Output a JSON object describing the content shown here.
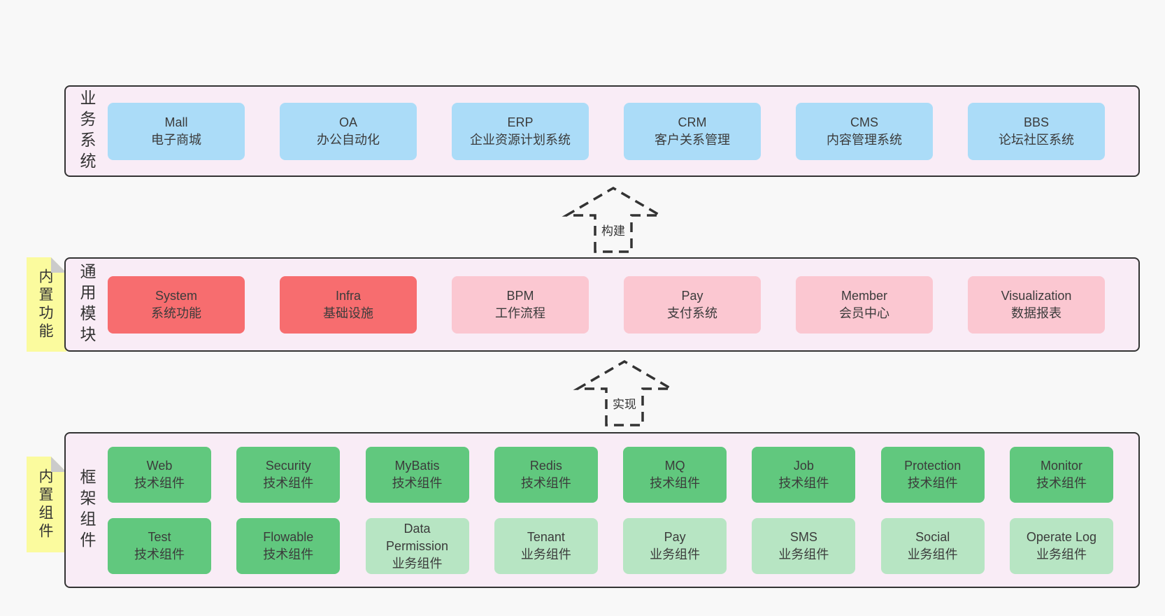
{
  "colors": {
    "page_bg": "#f8f8f8",
    "panel_bg": "#f9ecf6",
    "panel_border": "#333333",
    "blue_box": "#abdcf8",
    "red_box": "#f76d6f",
    "pink_box": "#fbc7d1",
    "green_box": "#61c87e",
    "light_green_box": "#b7e5c3",
    "sticky_yellow": "#fbfb9e",
    "text": "#3b3b3b"
  },
  "panels": {
    "business": {
      "label": "业务系统",
      "items": [
        {
          "name": "Mall",
          "desc": "电子商城"
        },
        {
          "name": "OA",
          "desc": "办公自动化"
        },
        {
          "name": "ERP",
          "desc": "企业资源计划系统"
        },
        {
          "name": "CRM",
          "desc": "客户关系管理"
        },
        {
          "name": "CMS",
          "desc": "内容管理系统"
        },
        {
          "name": "BBS",
          "desc": "论坛社区系统"
        }
      ]
    },
    "modules": {
      "label": "通用模块",
      "sticky": "内置功能",
      "items": [
        {
          "name": "System",
          "desc": "系统功能"
        },
        {
          "name": "Infra",
          "desc": "基础设施"
        },
        {
          "name": "BPM",
          "desc": "工作流程"
        },
        {
          "name": "Pay",
          "desc": "支付系统"
        },
        {
          "name": "Member",
          "desc": "会员中心"
        },
        {
          "name": "Visualization",
          "desc": "数据报表"
        }
      ]
    },
    "components": {
      "label": "框架组件",
      "sticky": "内置组件",
      "row1": [
        {
          "name": "Web",
          "desc": "技术组件"
        },
        {
          "name": "Security",
          "desc": "技术组件"
        },
        {
          "name": "MyBatis",
          "desc": "技术组件"
        },
        {
          "name": "Redis",
          "desc": "技术组件"
        },
        {
          "name": "MQ",
          "desc": "技术组件"
        },
        {
          "name": "Job",
          "desc": "技术组件"
        },
        {
          "name": "Protection",
          "desc": "技术组件"
        },
        {
          "name": "Monitor",
          "desc": "技术组件"
        }
      ],
      "row2": [
        {
          "name": "Test",
          "desc": "技术组件"
        },
        {
          "name": "Flowable",
          "desc": "技术组件"
        },
        {
          "name": "Data Permission",
          "desc": "业务组件"
        },
        {
          "name": "Tenant",
          "desc": "业务组件"
        },
        {
          "name": "Pay",
          "desc": "业务组件"
        },
        {
          "name": "SMS",
          "desc": "业务组件"
        },
        {
          "name": "Social",
          "desc": "业务组件"
        },
        {
          "name": "Operate Log",
          "desc": "业务组件"
        }
      ]
    }
  },
  "arrows": {
    "build": "构建",
    "implement": "实现"
  }
}
